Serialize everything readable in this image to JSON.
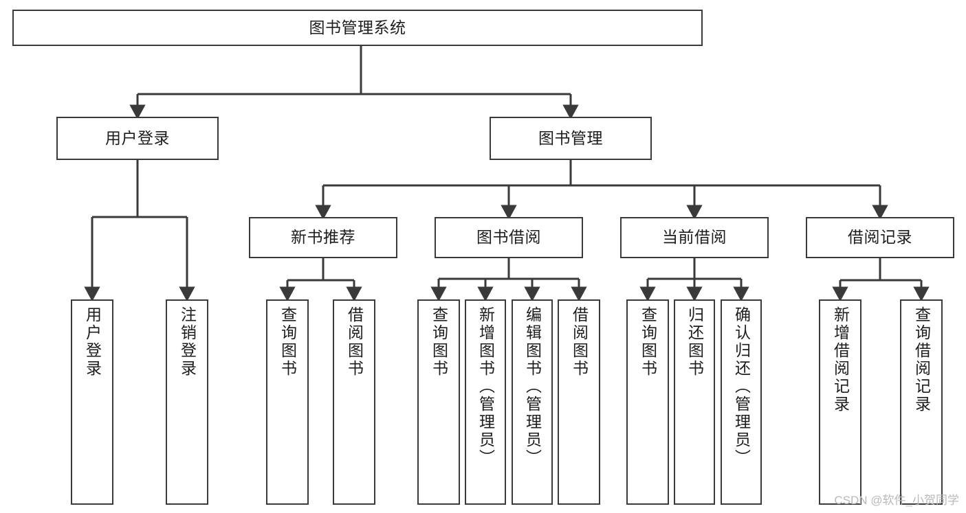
{
  "diagram": {
    "type": "tree",
    "title": "图书管理系统",
    "watermark": "CSDN @软件_小贺同学",
    "line_color": "#3a3a3a",
    "box_fill": "#ffffff",
    "text_color": "#1d1d1d",
    "nodes": {
      "root": {
        "label": "图书管理系统",
        "level": 1
      },
      "l2_user_login": {
        "label": "用户登录",
        "level": 2
      },
      "l2_book_manage": {
        "label": "图书管理",
        "level": 2
      },
      "l3_new_book_rec": {
        "label": "新书推荐",
        "level": 3
      },
      "l3_book_borrow": {
        "label": "图书借阅",
        "level": 3
      },
      "l3_current_borrow": {
        "label": "当前借阅",
        "level": 3
      },
      "l3_borrow_record": {
        "label": "借阅记录",
        "level": 3
      },
      "leaf_user_login": {
        "label": "用户登录",
        "level": 4,
        "orientation": "vertical"
      },
      "leaf_logout": {
        "label": "注销登录",
        "level": 4,
        "orientation": "vertical"
      },
      "leaf_query_book_1": {
        "label": "查询图书",
        "level": 4,
        "orientation": "vertical"
      },
      "leaf_borrow_book_1": {
        "label": "借阅图书",
        "level": 4,
        "orientation": "vertical"
      },
      "leaf_query_book_2": {
        "label": "查询图书",
        "level": 4,
        "orientation": "vertical"
      },
      "leaf_add_book": {
        "label": "新增图书（管理员）",
        "level": 4,
        "orientation": "vertical"
      },
      "leaf_edit_book": {
        "label": "编辑图书（管理员）",
        "level": 4,
        "orientation": "vertical"
      },
      "leaf_borrow_book_2": {
        "label": "借阅图书",
        "level": 4,
        "orientation": "vertical"
      },
      "leaf_query_book_3": {
        "label": "查询图书",
        "level": 4,
        "orientation": "vertical"
      },
      "leaf_return_book": {
        "label": "归还图书",
        "level": 4,
        "orientation": "vertical"
      },
      "leaf_confirm_return": {
        "label": "确认归还（管理员）",
        "level": 4,
        "orientation": "vertical"
      },
      "leaf_add_record": {
        "label": "新增借阅记录",
        "level": 4,
        "orientation": "vertical"
      },
      "leaf_query_record": {
        "label": "查询借阅记录",
        "level": 4,
        "orientation": "vertical"
      }
    },
    "edges": [
      {
        "from": "root",
        "to": "l2_user_login"
      },
      {
        "from": "root",
        "to": "l2_book_manage"
      },
      {
        "from": "l2_user_login",
        "to": "leaf_user_login"
      },
      {
        "from": "l2_user_login",
        "to": "leaf_logout"
      },
      {
        "from": "l2_book_manage",
        "to": "l3_new_book_rec"
      },
      {
        "from": "l2_book_manage",
        "to": "l3_book_borrow"
      },
      {
        "from": "l2_book_manage",
        "to": "l3_current_borrow"
      },
      {
        "from": "l2_book_manage",
        "to": "l3_borrow_record"
      },
      {
        "from": "l3_new_book_rec",
        "to": "leaf_query_book_1"
      },
      {
        "from": "l3_new_book_rec",
        "to": "leaf_borrow_book_1"
      },
      {
        "from": "l3_book_borrow",
        "to": "leaf_query_book_2"
      },
      {
        "from": "l3_book_borrow",
        "to": "leaf_add_book"
      },
      {
        "from": "l3_book_borrow",
        "to": "leaf_edit_book"
      },
      {
        "from": "l3_book_borrow",
        "to": "leaf_borrow_book_2"
      },
      {
        "from": "l3_current_borrow",
        "to": "leaf_query_book_3"
      },
      {
        "from": "l3_current_borrow",
        "to": "leaf_return_book"
      },
      {
        "from": "l3_current_borrow",
        "to": "leaf_confirm_return"
      },
      {
        "from": "l3_borrow_record",
        "to": "leaf_add_record"
      },
      {
        "from": "l3_borrow_record",
        "to": "leaf_query_record"
      }
    ]
  }
}
